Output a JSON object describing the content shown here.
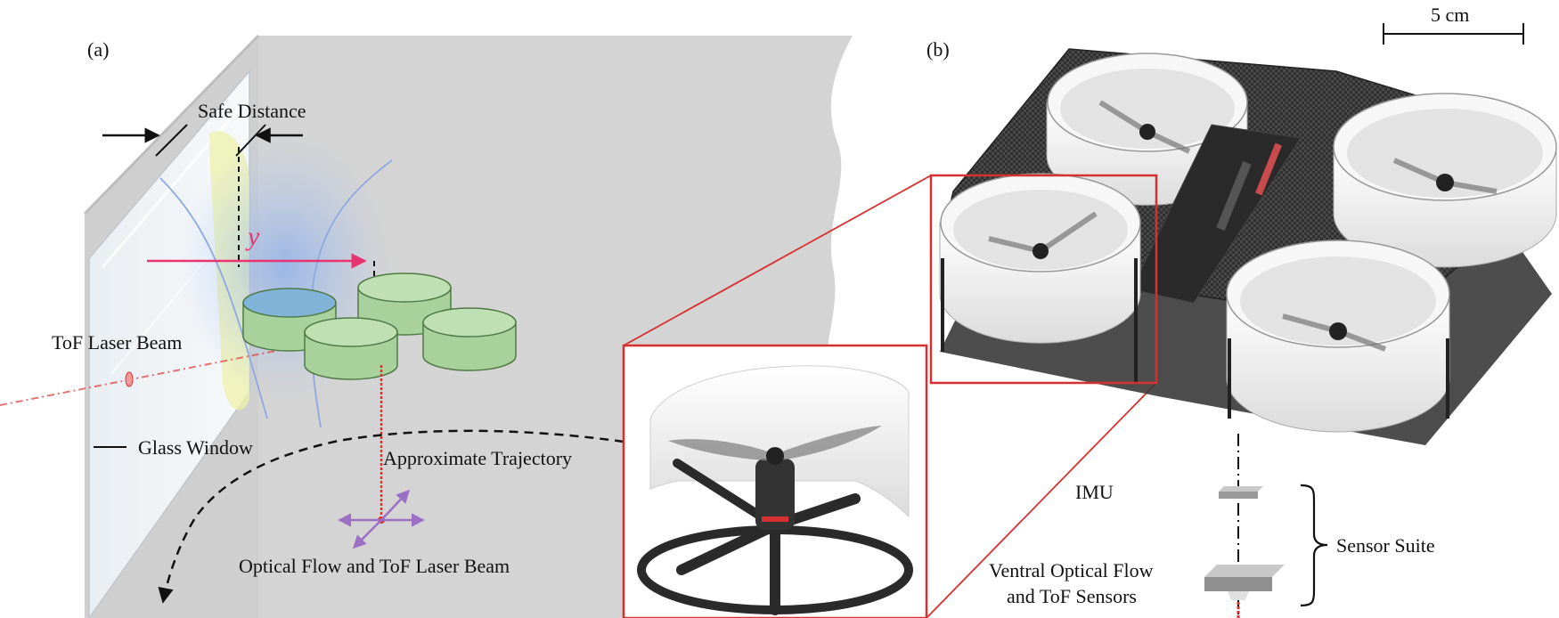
{
  "panels": {
    "a": "(a)",
    "b": "(b)"
  },
  "labels": {
    "safe_distance": "Safe Distance",
    "y_axis": "y",
    "tof_laser_beam": "ToF Laser Beam",
    "glass_window": "Glass Window",
    "approximate_trajectory": "Approximate Trajectory",
    "optical_flow_tof": "Optical Flow and ToF Laser Beam",
    "scale_bar": "5 cm",
    "imu": "IMU",
    "sensor_suite": "Sensor Suite",
    "ventral_line1": "Ventral Optical Flow",
    "ventral_line2": "and ToF Sensors"
  },
  "colors": {
    "wall": "#d4d4d4",
    "wall_edge": "#c4c4c4",
    "duct_green": "#a9d19c",
    "duct_stroke": "#4e7a45",
    "highlight_red": "#d83030",
    "y_arrow": "#e8336f",
    "carbon": "#3a3a3a",
    "duct_white": "#f2f2f2",
    "flow_arrow": "#9b6fc4"
  }
}
